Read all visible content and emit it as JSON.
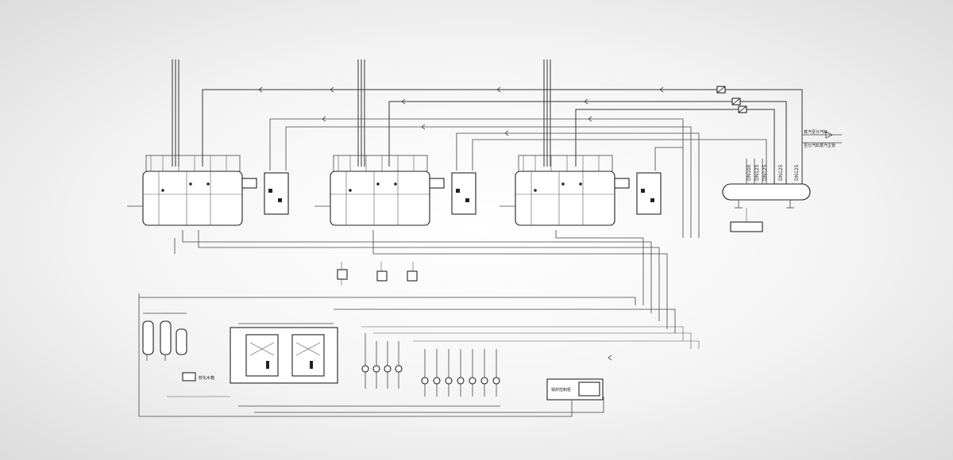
{
  "diagram": {
    "header_labels": [
      "蒸汽至分汽缸",
      "至分汽缸蒸汽主管"
    ],
    "drum_nozzles": [
      "DN100",
      "DN125",
      "DN125",
      "DN125",
      "DN125"
    ],
    "control_panel_label": "锅炉控制柜",
    "left_unit_label": "软化水箱",
    "colors": {
      "line": "#333333",
      "background": "#ffffff",
      "vignette": "#dcdcdc"
    }
  }
}
